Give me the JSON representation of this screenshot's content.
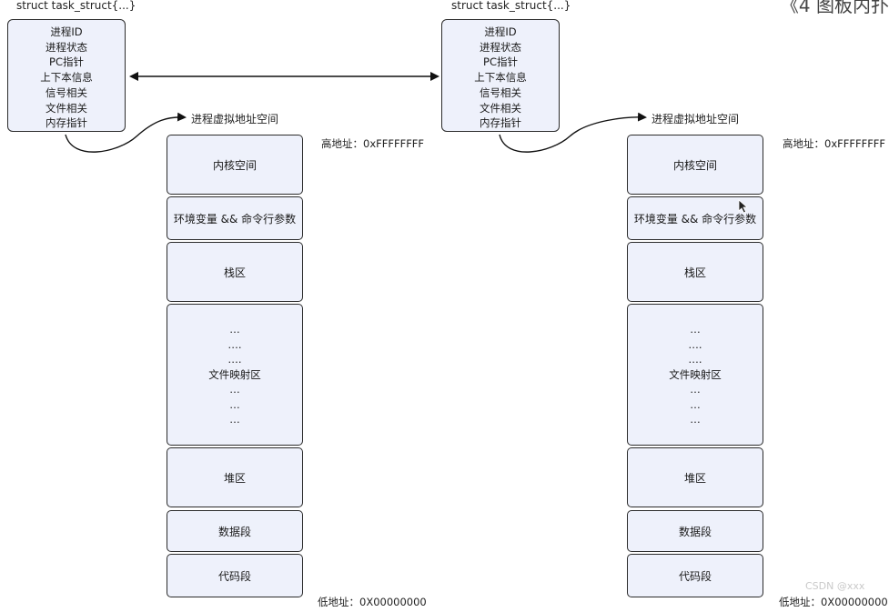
{
  "corner_text": "《4 图板内扑",
  "watermark": "CSDN @xxx",
  "panels": [
    {
      "struct_label": "struct task_struct{...}",
      "pcb_fields": [
        "进程ID",
        "进程状态",
        "PC指针",
        "上下本信息",
        "信号相关",
        "文件相关",
        "内存指针"
      ],
      "vas_label": "进程虚拟地址空间",
      "high_addr": "高地址：0xFFFFFFFF",
      "low_addr": "低地址：0X00000000",
      "segments": [
        "内核空间",
        "环境变量 && 命令行参数",
        "栈区",
        "堆区",
        "数据段",
        "代码段"
      ],
      "mmap_lines": [
        "…",
        "….",
        "….",
        "文件映射区",
        "…",
        "…",
        "…"
      ]
    },
    {
      "struct_label": "struct task_struct{...}",
      "pcb_fields": [
        "进程ID",
        "进程状态",
        "PC指针",
        "上下本信息",
        "信号相关",
        "文件相关",
        "内存指针"
      ],
      "vas_label": "进程虚拟地址空间",
      "high_addr": "高地址：0xFFFFFFFF",
      "low_addr": "低地址：0X00000000",
      "segments": [
        "内核空间",
        "环境变量 && 命令行参数",
        "栈区",
        "堆区",
        "数据段",
        "代码段"
      ],
      "mmap_lines": [
        "…",
        "….",
        "….",
        "文件映射区",
        "…",
        "…",
        "…"
      ]
    }
  ]
}
